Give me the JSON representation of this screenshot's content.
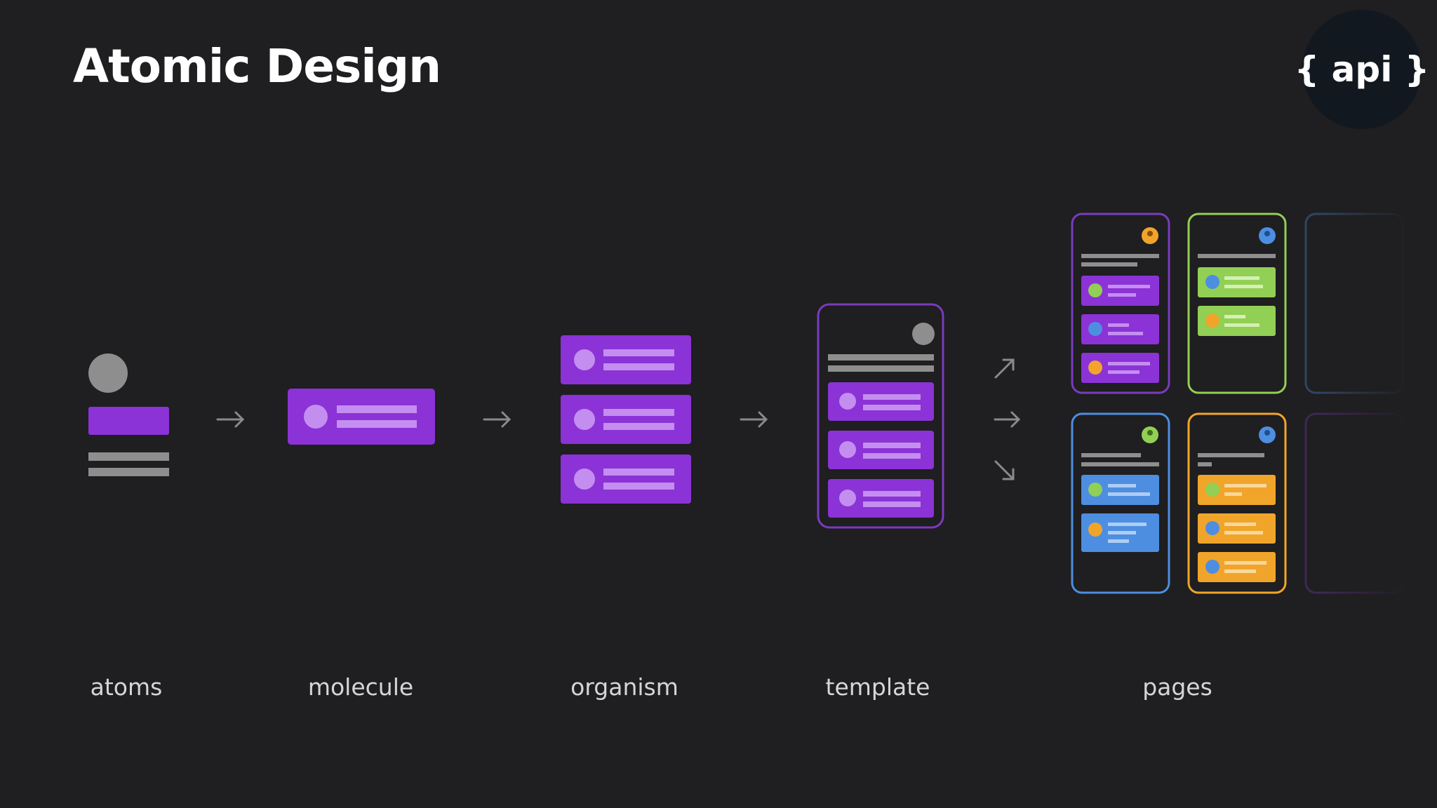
{
  "title": "Atomic Design",
  "logo": {
    "text": "{ api }"
  },
  "stages": [
    {
      "label": "atoms"
    },
    {
      "label": "molecule"
    },
    {
      "label": "organism"
    },
    {
      "label": "template"
    },
    {
      "label": "pages"
    }
  ],
  "colors": {
    "background": "#1f1e20",
    "purple": "#8b33d6",
    "purple_light": "#c48ef0",
    "gray": "#8e8e8e",
    "green": "#92cf55",
    "blue": "#4d8ee0",
    "orange": "#f0a52a",
    "arrow": "#8a8a8a"
  },
  "pages": [
    {
      "theme": "purple",
      "cards": 3
    },
    {
      "theme": "green",
      "cards": 2
    },
    {
      "theme": "blue",
      "cards": 2
    },
    {
      "theme": "orange",
      "cards": 3
    }
  ]
}
